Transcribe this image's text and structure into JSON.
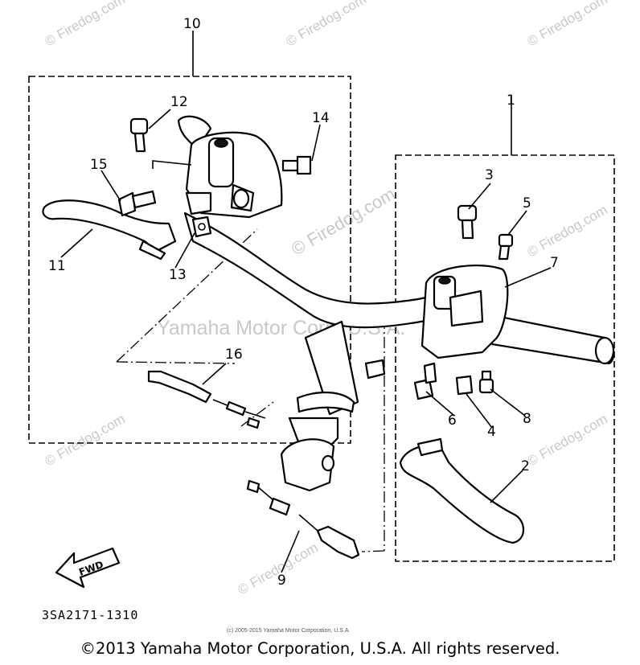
{
  "watermarks": {
    "repeated": "© Firedog.com",
    "center": "© Firedog.com",
    "center_text": "Yamaha Motor Corp. U.S.A."
  },
  "callouts": [
    "1",
    "2",
    "3",
    "4",
    "5",
    "6",
    "7",
    "8",
    "9",
    "10",
    "11",
    "12",
    "13",
    "14",
    "15",
    "16"
  ],
  "diagram_code": "3SA2171-1310",
  "fwd_label": "FWD",
  "small_copyright": "(c) 2005-2015 Yamaha Motor Corporation, U.S.A.",
  "footer": "©2013 Yamaha Motor Corporation, U.S.A. All rights reserved."
}
